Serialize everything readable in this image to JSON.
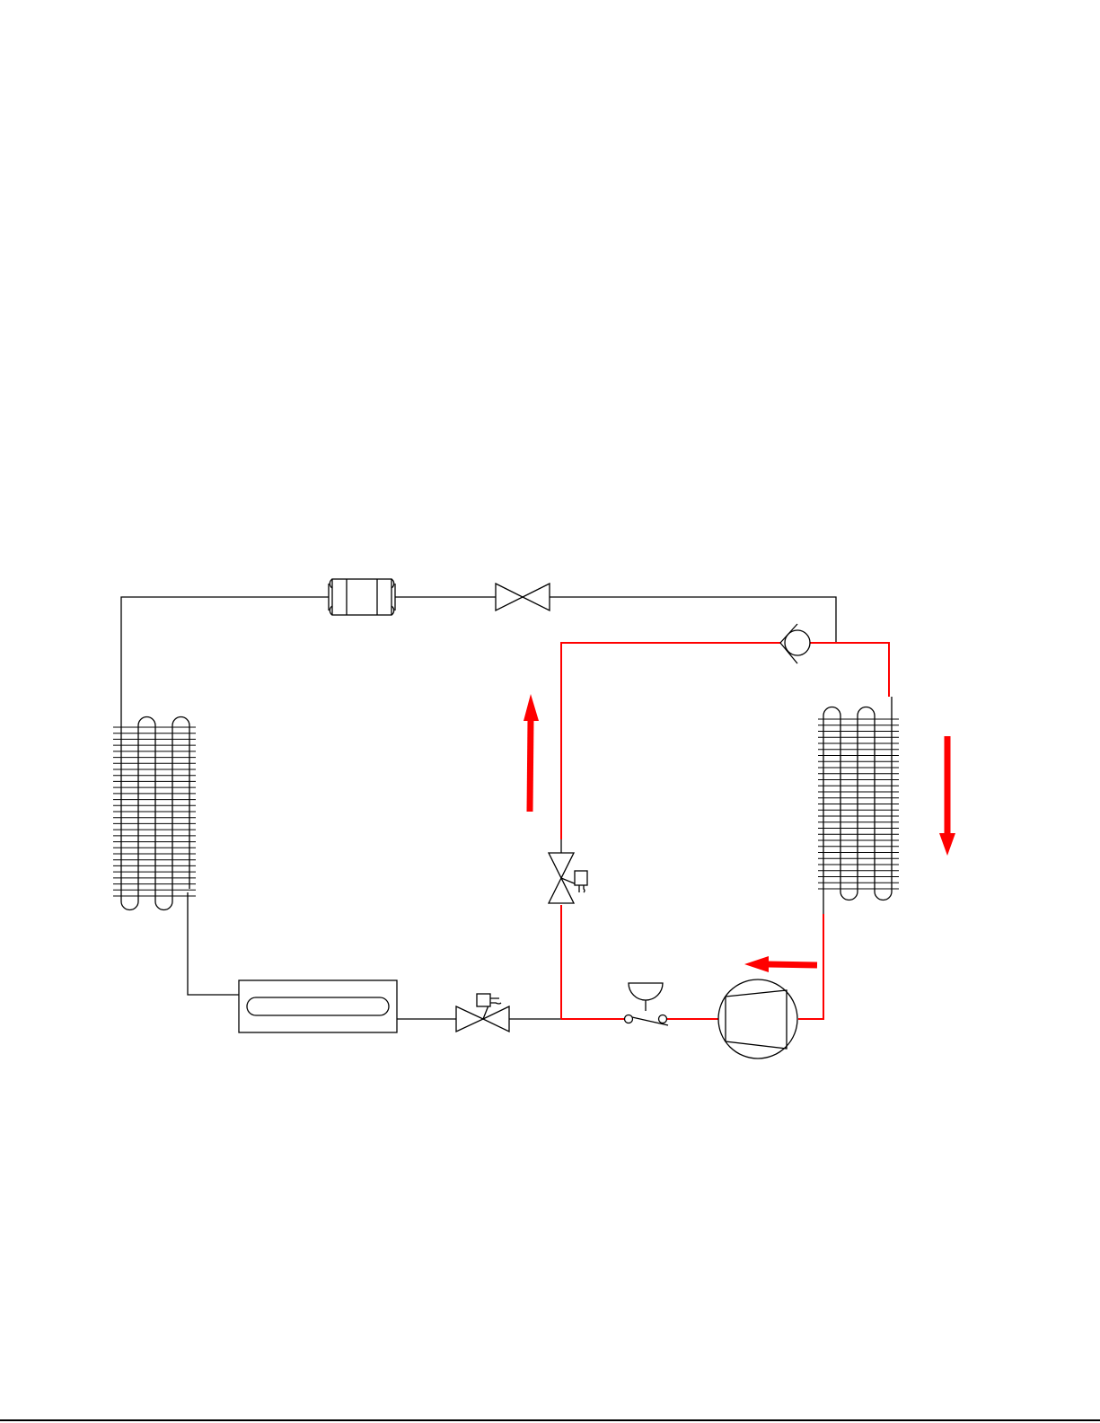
{
  "colors": {
    "background": "#ffffff",
    "line": "#000000",
    "hot_gas": "#ff0000",
    "arrow": "#ff0000"
  },
  "components": [
    {
      "id": "left-heat-exchanger",
      "icon": "finned-coil-icon"
    },
    {
      "id": "right-heat-exchanger",
      "icon": "finned-coil-icon"
    },
    {
      "id": "filter-drier",
      "icon": "filter-drier-icon"
    },
    {
      "id": "manual-valve",
      "icon": "gate-valve-icon"
    },
    {
      "id": "check-valve",
      "icon": "check-valve-icon"
    },
    {
      "id": "hot-gas-solenoid-valve",
      "icon": "solenoid-valve-icon"
    },
    {
      "id": "suction-solenoid-valve",
      "icon": "solenoid-valve-icon"
    },
    {
      "id": "receiver",
      "icon": "receiver-icon"
    },
    {
      "id": "pressure-switch",
      "icon": "pressure-switch-icon"
    },
    {
      "id": "compressor",
      "icon": "compressor-icon"
    }
  ],
  "flow_arrows": [
    {
      "id": "arrow-up",
      "direction": "up"
    },
    {
      "id": "arrow-down",
      "direction": "down"
    },
    {
      "id": "arrow-left",
      "direction": "left"
    }
  ],
  "border": {
    "bottom_rule": true
  }
}
